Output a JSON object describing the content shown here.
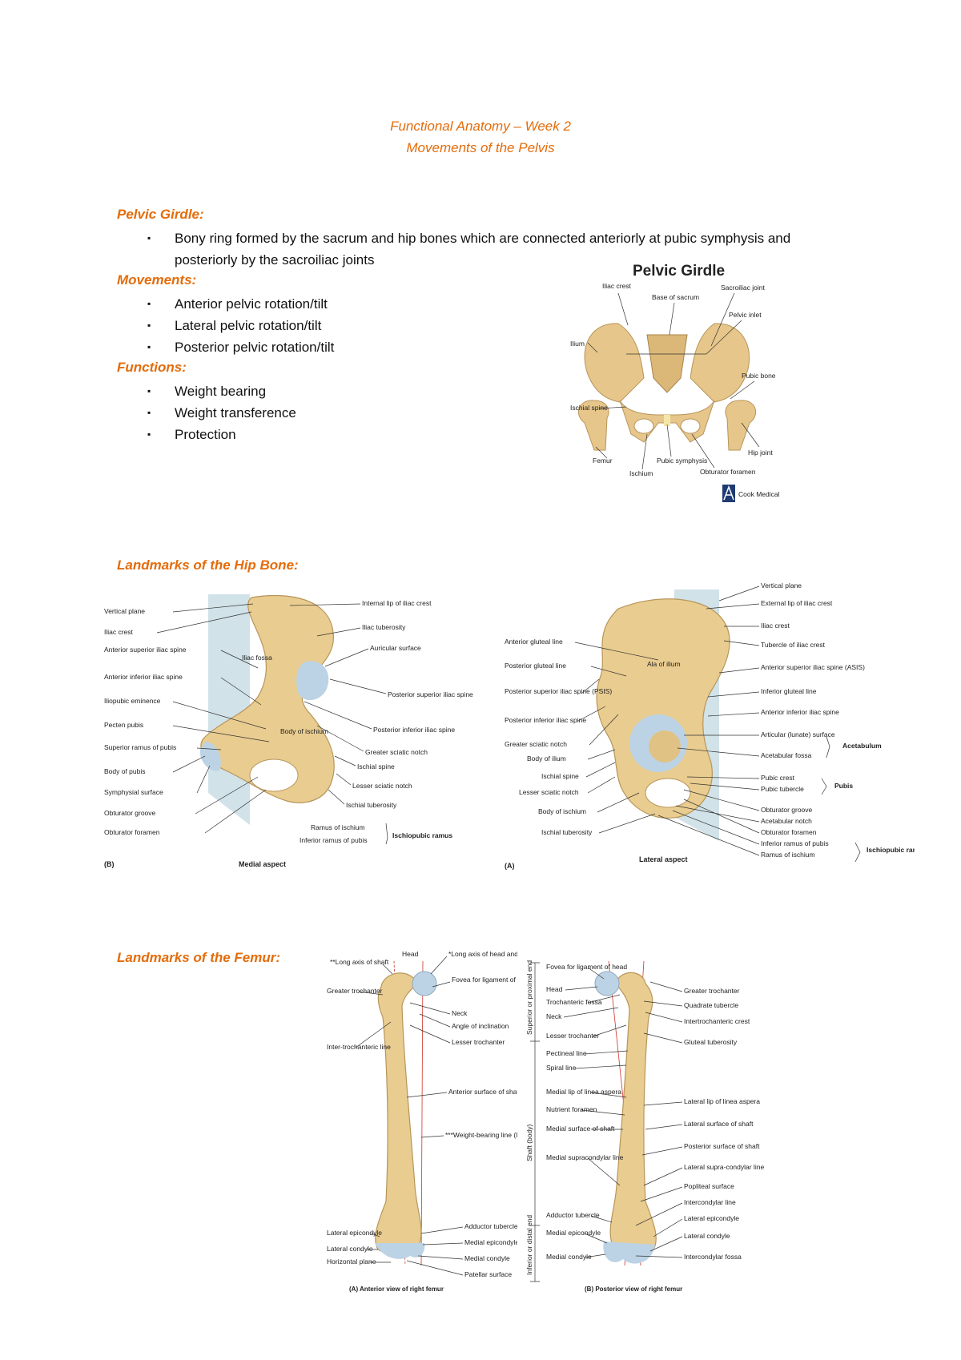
{
  "doc": {
    "title": "Functional Anatomy – Week 2",
    "subtitle": "Movements of the Pelvis"
  },
  "sections": {
    "pelvic_girdle": {
      "heading": "Pelvic Girdle:",
      "bullets": [
        "Bony ring formed by the sacrum and hip bones which are connected anteriorly at pubic symphysis and posteriorly by the sacroiliac joints"
      ]
    },
    "movements": {
      "heading": "Movements:",
      "bullets": [
        "Anterior pelvic rotation/tilt",
        "Lateral pelvic rotation/tilt",
        "Posterior pelvic rotation/tilt"
      ]
    },
    "functions": {
      "heading": "Functions:",
      "bullets": [
        "Weight bearing",
        "Weight transference",
        "Protection"
      ]
    },
    "hip_landmarks": {
      "heading": "Landmarks of the Hip Bone:"
    },
    "femur_landmarks": {
      "heading": "Landmarks of the Femur:"
    }
  },
  "pelvis_figure": {
    "title": "Pelvic Girdle",
    "labels": [
      "Iliac crest",
      "Base of sacrum",
      "Sacroiliac joint",
      "Pelvic inlet",
      "Ilium",
      "Pubic bone",
      "Ischial spine",
      "Femur",
      "Ischium",
      "Pubic symphysis",
      "Obturator foramen",
      "Hip joint"
    ],
    "logo_text": "Cook Medical"
  },
  "hip_medial_figure": {
    "labels_left": [
      "Vertical plane",
      "Iliac crest",
      "Anterior superior iliac spine",
      "Anterior inferior iliac spine",
      "Iliopubic eminence",
      "Pecten pubis",
      "Superior ramus of pubis",
      "Body of pubis",
      "Symphysial surface",
      "Obturator groove",
      "Obturator foramen"
    ],
    "labels_right": [
      "Internal lip of iliac crest",
      "Iliac tuberosity",
      "Auricular surface",
      "Posterior superior iliac spine",
      "Posterior inferior iliac spine",
      "Greater sciatic notch",
      "Ischial spine",
      "Lesser sciatic notch",
      "Ischial tuberosity",
      "Ramus of ischium",
      "Inferior ramus of pubis"
    ],
    "inner_labels": [
      "Iliac fossa",
      "Body of ischium"
    ],
    "group_label": "Ischiopubic ramus",
    "panel": "(B)",
    "caption": "Medial aspect"
  },
  "hip_lateral_figure": {
    "labels_left": [
      "Anterior gluteal line",
      "Posterior gluteal line",
      "Posterior superior iliac spine (PSIS)",
      "Posterior inferior iliac spine",
      "Greater sciatic notch",
      "Body of ilium",
      "Ischial spine",
      "Lesser sciatic notch",
      "Body of ischium",
      "Ischial tuberosity"
    ],
    "labels_right": [
      "Vertical plane",
      "External lip of iliac crest",
      "Iliac crest",
      "Tubercle of iliac crest",
      "Anterior superior iliac spine (ASIS)",
      "Inferior gluteal line",
      "Anterior inferior iliac spine",
      "Articular (lunate) surface",
      "Acetabular fossa",
      "Pubic crest",
      "Pubic tubercle",
      "Obturator groove",
      "Acetabular notch",
      "Obturator foramen",
      "Inferior ramus of pubis",
      "Ramus of ischium"
    ],
    "inner_labels": [
      "Ala of ilium"
    ],
    "group_labels": [
      "Acetabulum",
      "Pubis",
      "Ischiopubic ramus"
    ],
    "panel": "(A)",
    "caption": "Lateral aspect"
  },
  "femur_anterior_figure": {
    "labels_left": [
      "**Long axis of shaft",
      "Greater trochanter",
      "Inter-trochanteric line",
      "Lateral epicondyle",
      "Lateral condyle",
      "Horizontal plane"
    ],
    "labels_right": [
      "Head",
      "*Long axis of head and neck",
      "Fovea for ligament of head",
      "Neck",
      "Angle of inclination",
      "Lesser trochanter",
      "Anterior surface of shaft (body)",
      "***Weight-bearing line (line of gravity)",
      "Adductor tubercle",
      "Medial epicondyle",
      "Medial condyle",
      "Patellar surface"
    ],
    "caption": "(A) Anterior view of right femur"
  },
  "femur_posterior_figure": {
    "side_labels": [
      "Superior or proximal end",
      "Shaft (body)",
      "Inferior or distal end"
    ],
    "labels_left": [
      "Fovea for ligament of head",
      "Head",
      "Trochanteric fossa",
      "Neck",
      "Lesser trochanter",
      "Pectineal line",
      "Spiral line",
      "Medial lip of linea aspera",
      "Nutrient foramen",
      "Medial surface of shaft",
      "Medial supracondylar line",
      "Adductor tubercle",
      "Medial epicondyle",
      "Medial condyle"
    ],
    "labels_right": [
      "Greater trochanter",
      "Quadrate tubercle",
      "Intertrochanteric crest",
      "Gluteal tuberosity",
      "Lateral lip of linea aspera",
      "Lateral surface of shaft",
      "Posterior surface of shaft",
      "Lateral supra-condylar line",
      "Popliteal surface",
      "Intercondylar line",
      "Lateral epicondyle",
      "Lateral condyle",
      "Intercondylar fossa"
    ],
    "caption": "(B) Posterior view of right femur"
  },
  "colors": {
    "accent": "#e46c0a",
    "bone": "#e9cc8f",
    "cartilage": "#bcd3e6",
    "plane": "#c9dde4"
  }
}
